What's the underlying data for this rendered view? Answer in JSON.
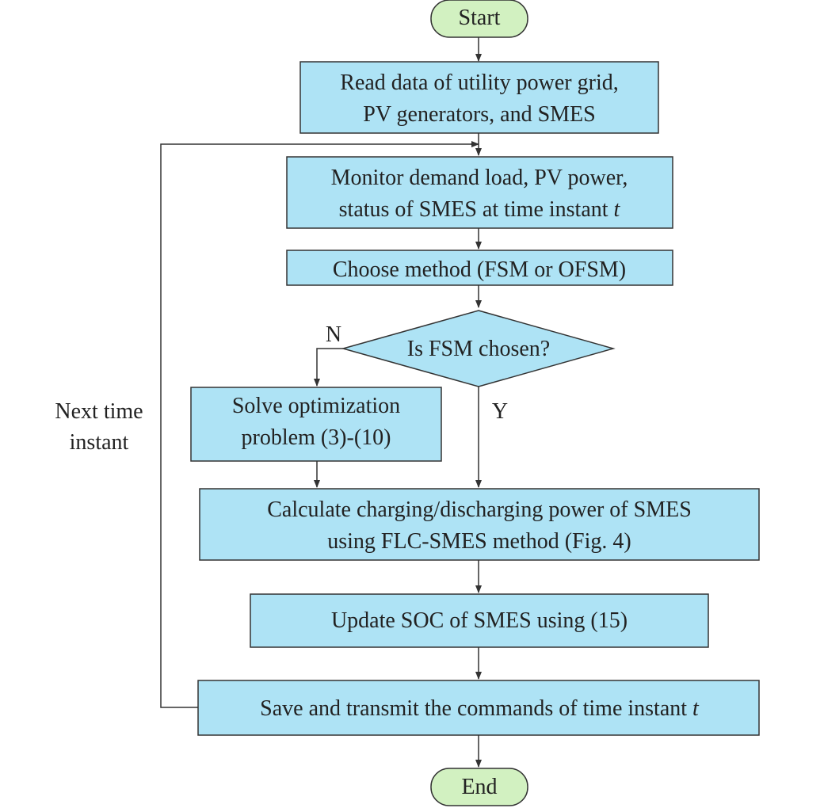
{
  "colors": {
    "process_fill": "#aee3f5",
    "terminal_fill": "#d2f1c1",
    "stroke": "#333333"
  },
  "start": {
    "label": "Start"
  },
  "end": {
    "label": "End"
  },
  "read_data": {
    "line1": "Read data of utility power grid,",
    "line2": "PV generators, and SMES"
  },
  "monitor": {
    "line1": "Monitor demand load, PV power,",
    "line2": "status of SMES at time instant ",
    "var": "t"
  },
  "choose": {
    "label": "Choose method (FSM or OFSM)"
  },
  "decision": {
    "question": "Is FSM chosen?",
    "no_label": "N",
    "yes_label": "Y"
  },
  "solve": {
    "line1": "Solve optimization",
    "line2": "problem (3)-(10)"
  },
  "calculate": {
    "line1": "Calculate charging/discharging power of SMES",
    "line2": "using FLC-SMES method (Fig. 4)"
  },
  "update": {
    "label": "Update SOC of SMES using (15)"
  },
  "save": {
    "label": "Save and transmit the commands of time instant ",
    "var": "t"
  },
  "loop": {
    "line1": "Next time",
    "line2": "instant"
  }
}
